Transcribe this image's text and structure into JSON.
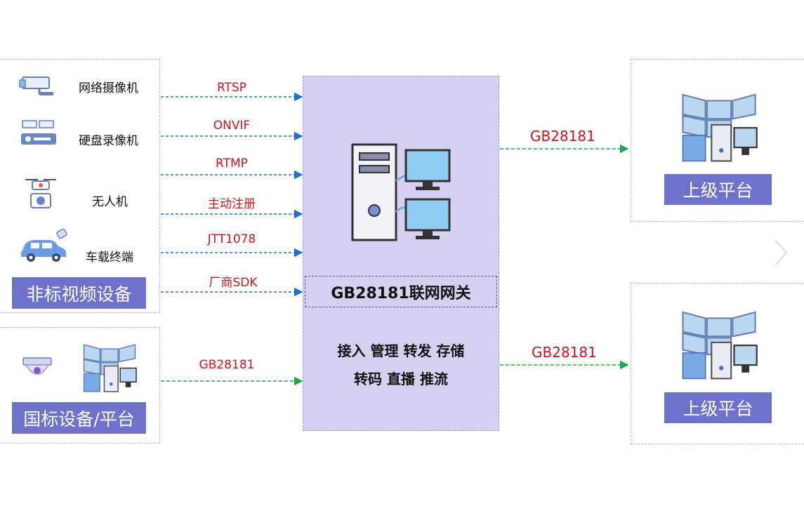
{
  "source_group": {
    "title": "非标视频设备",
    "devices": [
      {
        "label": "网络摄像机",
        "icon": "ip-camera-icon"
      },
      {
        "label": "硬盘录像机",
        "icon": "dvr-recorder-icon"
      },
      {
        "label": "无人机",
        "icon": "drone-icon"
      },
      {
        "label": "车载终端",
        "icon": "vehicle-terminal-icon"
      }
    ],
    "protocols": [
      "RTSP",
      "ONVIF",
      "RTMP",
      "主动注册",
      "JTT1078",
      "厂商SDK"
    ]
  },
  "national_group": {
    "title": "国标设备/平台",
    "protocol": "GB28181",
    "icons": [
      "dome-camera-icon",
      "video-wall-platform-icon"
    ]
  },
  "gateway": {
    "title": "GB28181联网网关",
    "functions_line1": "接入 管理  转发  存储",
    "functions_line2": "转码  直播  推流",
    "icon": "server-workstation-icon"
  },
  "upstream": [
    {
      "protocol": "GB28181",
      "title": "上级平台",
      "icon": "video-wall-platform-icon"
    },
    {
      "protocol": "GB28181",
      "title": "上级平台",
      "icon": "video-wall-platform-icon"
    }
  ],
  "colors": {
    "label_bg": "#6e72cc",
    "gateway_bg": "#d4d1f0",
    "blue_arrow": "#1f6fd1",
    "green_arrow": "#1aa84b",
    "protocol_text": "#c8161d"
  }
}
